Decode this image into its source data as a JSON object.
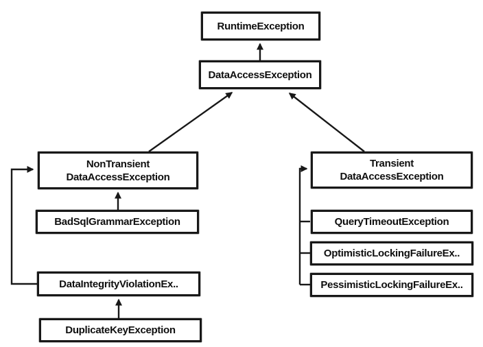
{
  "diagram": {
    "background_color": "#ffffff",
    "box_fill_color": "#ffffff",
    "box_border_color": "#181818",
    "text_color": "#0f0f0f",
    "arrow_color": "#181818",
    "nodes": {
      "runtime_exception": {
        "label": "RuntimeException"
      },
      "data_access_exception": {
        "label": "DataAccessException"
      },
      "non_transient_data_access_exception": {
        "label": "NonTransient\nDataAccessException"
      },
      "bad_sql_grammar_exception": {
        "label": "BadSqlGrammarException"
      },
      "data_integrity_violation_exception": {
        "label": "DataIntegrityViolationEx.."
      },
      "duplicate_key_exception": {
        "label": "DuplicateKeyException"
      },
      "transient_data_access_exception": {
        "label": "Transient\nDataAccessException"
      },
      "query_timeout_exception": {
        "label": "QueryTimeoutException"
      },
      "optimistic_locking_failure_exception": {
        "label": "OptimisticLockingFailureEx.."
      },
      "pessimistic_locking_failure_exception": {
        "label": "PessimisticLockingFailureEx.."
      }
    },
    "edges": [
      {
        "from": "DataAccessException",
        "to": "RuntimeException"
      },
      {
        "from": "NonTransient DataAccessException",
        "to": "DataAccessException"
      },
      {
        "from": "Transient DataAccessException",
        "to": "DataAccessException"
      },
      {
        "from": "BadSqlGrammarException",
        "to": "NonTransient DataAccessException"
      },
      {
        "from": "DataIntegrityViolationEx..",
        "to": "NonTransient DataAccessException"
      },
      {
        "from": "DuplicateKeyException",
        "to": "DataIntegrityViolationEx.."
      },
      {
        "from": "QueryTimeoutException",
        "to": "Transient DataAccessException"
      },
      {
        "from": "OptimisticLockingFailureEx..",
        "to": "Transient DataAccessException"
      },
      {
        "from": "PessimisticLockingFailureEx..",
        "to": "Transient DataAccessException"
      }
    ]
  }
}
